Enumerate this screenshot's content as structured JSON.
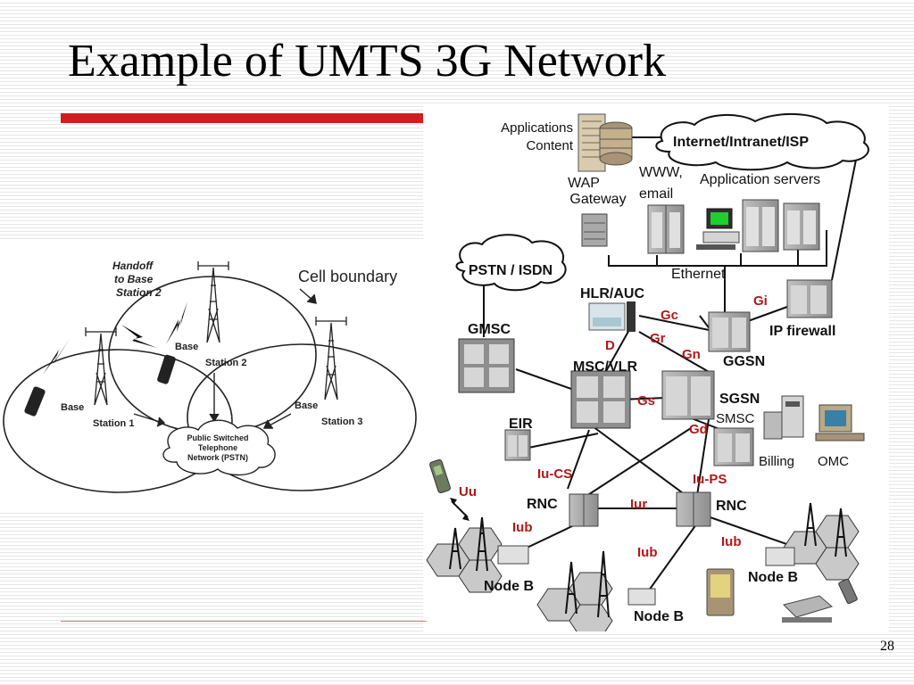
{
  "slide": {
    "title": "Example of UMTS 3G Network",
    "page_number": "28"
  },
  "cell_diagram": {
    "labels": {
      "handoff": [
        "Handoff",
        "to Base",
        "Station 2"
      ],
      "cell_boundary": "Cell boundary",
      "base_station_1": [
        "Base",
        "Station 1"
      ],
      "base_station_2": [
        "Base",
        "Station 2"
      ],
      "base_station_3": [
        "Base",
        "Station 3"
      ],
      "pstn": [
        "Public Switched",
        "Telephone",
        "Network (PSTN)"
      ]
    }
  },
  "umts_diagram": {
    "labels": {
      "applications": [
        "Applications",
        "Content"
      ],
      "internet": "Internet/Intranet/ISP",
      "wap": [
        "WAP",
        "Gateway"
      ],
      "www": [
        "WWW,",
        "email"
      ],
      "app_servers": "Application servers",
      "pstn": "PSTN / ISDN",
      "ethernet": "Ethernet",
      "hlr": "HLR/AUC",
      "gmsc": "GMSC",
      "ip_firewall": "IP firewall",
      "msc": "MSC/VLR",
      "ggsn": "GGSN",
      "sgsn": "SGSN",
      "smsc": "SMSC",
      "eir": "EIR",
      "billing": "Billing",
      "omc": "OMC",
      "rnc_left": "RNC",
      "rnc_right": "RNC",
      "node_b_left": "Node B",
      "node_b_center": "Node B",
      "node_b_right": "Node B"
    },
    "interfaces": {
      "gi": "Gi",
      "gc": "Gc",
      "gr": "Gr",
      "gn": "Gn",
      "d": "D",
      "gs": "Gs",
      "gd": "Gd",
      "iu_cs": "Iu-CS",
      "iu_ps": "Iu-PS",
      "iur": "Iur",
      "uu": "Uu",
      "iub_left": "Iub",
      "iub_center": "Iub",
      "iub_right": "Iub"
    },
    "interface_color": "#b01818"
  }
}
